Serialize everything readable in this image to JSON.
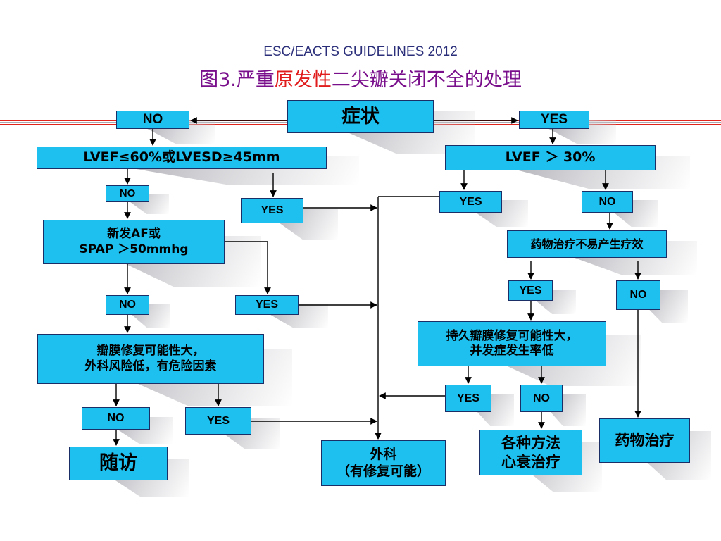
{
  "title": {
    "line1": "ESC/EACTS GUIDELINES 2012",
    "line2_a": "图3.严重",
    "line2_hl": "原发性",
    "line2_b": "二尖瓣关闭不全的处理"
  },
  "colors": {
    "box_fill": "#1ec0f0",
    "box_border": "#1b2f66",
    "title_purple": "#7a0f8c",
    "title_red": "#e11c1c",
    "banner_red": "#e0241c"
  },
  "nodes": {
    "symptom": "症状",
    "top_no": "NO",
    "top_yes": "YES",
    "lvef_left": "LVEF≤60%或LVESD≥45mm",
    "lvef_right": "LVEF ＞ 30%",
    "l_no1": "NO",
    "l_yes1": "YES",
    "af_line1": "新发AF或",
    "af_line2": "SPAP ＞50mmhg",
    "l_no2": "NO",
    "l_yes2": "YES",
    "valve_line1": "瓣膜修复可能性大，",
    "valve_line2": "外科风险低，有危险因素",
    "l_no3": "NO",
    "l_yes3": "YES",
    "followup": "随访",
    "surgery_line1": "外科",
    "surgery_line2": "（有修复可能）",
    "r_yes1": "YES",
    "r_no1": "NO",
    "drug_ineffective": "药物治疗不易产生疗效",
    "r_yes2": "YES",
    "r_no2": "NO",
    "durable_line1": "持久瓣膜修复可能性大，",
    "durable_line2": "并发症发生率低",
    "r_yes3": "YES",
    "r_no3": "NO",
    "hf_line1": "各种方法",
    "hf_line2": "心衰治疗",
    "drug_therapy": "药物治疗"
  }
}
